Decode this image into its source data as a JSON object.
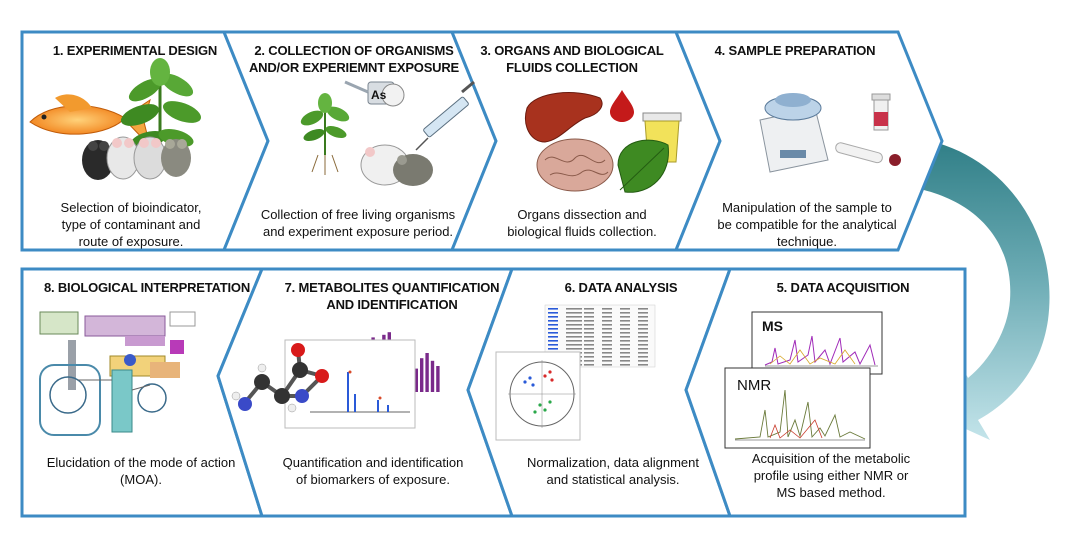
{
  "colors": {
    "chevron_stroke": "#3d8bc4",
    "arrow_dark": "#2f7e86",
    "arrow_light": "#a9d6e0"
  },
  "steps": [
    {
      "number": "1.",
      "title": "EXPERIMENTAL DESIGN",
      "description": "Selection of bioindicator,\ntype of contaminant and\nroute of exposure.",
      "icons": [
        "goldfish-icon",
        "plant-icon",
        "mice-icon"
      ]
    },
    {
      "number": "2.",
      "title": "COLLECTION OF ORGANISMS\nAND/OR EXPERIEMNT EXPOSURE",
      "description": "Collection of free living organisms\nand experiment exposure period.",
      "icons": [
        "seedling-icon",
        "watering-can-icon",
        "syringe-icon",
        "mice-icon"
      ],
      "badge": "As"
    },
    {
      "number": "3.",
      "title": "ORGANS AND BIOLOGICAL\nFLUIDS COLLECTION",
      "description": "Organs dissection and\nbiological fluids collection.",
      "icons": [
        "liver-icon",
        "blood-drop-icon",
        "urine-cup-icon",
        "brain-icon",
        "leaf-icon"
      ]
    },
    {
      "number": "4.",
      "title": "SAMPLE PREPARATION",
      "description": "Manipulation of the sample to\nbe compatible for the analytical\ntechnique.",
      "icons": [
        "centrifuge-icon",
        "tube-icon"
      ]
    },
    {
      "number": "5.",
      "title": "DATA ACQUISITION",
      "description": "Acquisition of the metabolic\nprofile using either NMR or\nMS based method.",
      "icons": [
        "ms-spectrum-icon",
        "nmr-spectrum-icon"
      ],
      "spectrum_labels": [
        "MS",
        "NMR"
      ]
    },
    {
      "number": "6.",
      "title": "DATA ANALYSIS",
      "description": "Normalization, data alignment\nand statistical analysis.",
      "icons": [
        "data-table-icon",
        "pca-plot-icon"
      ]
    },
    {
      "number": "7.",
      "title": "METABOLITES QUANTIFICATION\nAND IDENTIFICATION",
      "description": "Quantification and identification\nof biomarkers of exposure.",
      "icons": [
        "bar-chart-icon",
        "molecule-icon"
      ]
    },
    {
      "number": "8.",
      "title": "BIOLOGICAL INTERPRETATION",
      "description": "Elucidation of the mode of action\n(MOA).",
      "icons": [
        "metabolic-pathway-icon"
      ]
    }
  ]
}
